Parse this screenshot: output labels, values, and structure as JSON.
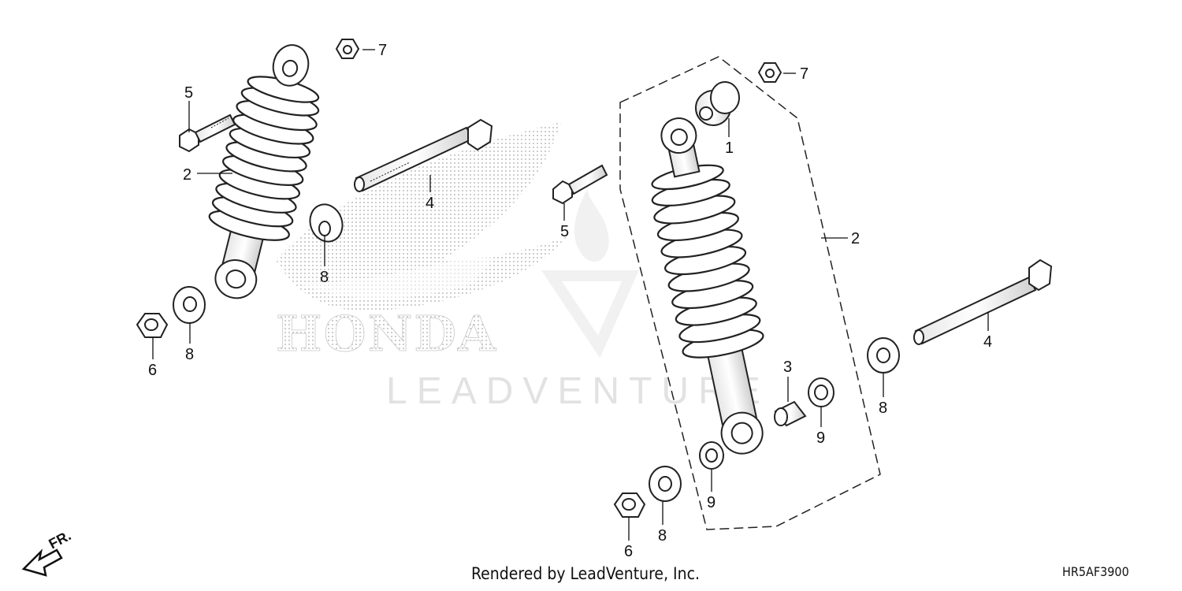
{
  "diagram": {
    "code": "HR5AF3900",
    "rendered_by": "Rendered by LeadVenture, Inc.",
    "watermark": "LEADVENTURE",
    "logo_wordmark": "HONDA",
    "direction_label": "FR.",
    "callouts": {
      "c1": "1",
      "c2a": "2",
      "c2b": "2",
      "c3": "3",
      "c4a": "4",
      "c4b": "4",
      "c5a": "5",
      "c5b": "5",
      "c6a": "6",
      "c6b": "6",
      "c7a": "7",
      "c7b": "7",
      "c8a": "8",
      "c8b": "8",
      "c8c": "8",
      "c8d": "8",
      "c9a": "9",
      "c9b": "9"
    }
  }
}
